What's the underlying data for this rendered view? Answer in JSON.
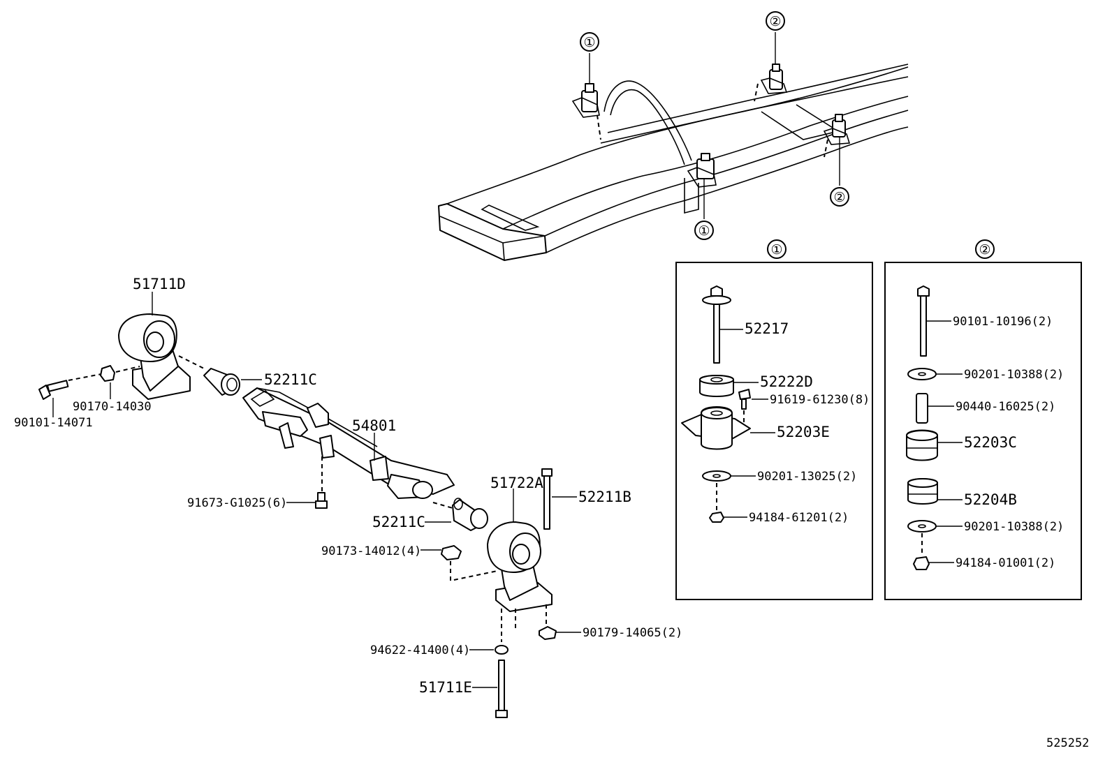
{
  "callouts": {
    "c1": "①",
    "c2": "②"
  },
  "main_labels": {
    "p51711D": "51711D",
    "p52211C_top": "52211C",
    "p90170": "90170-14030",
    "p90101_14071": "90101-14071",
    "p54801": "54801",
    "p91673": "91673-G1025(6)",
    "p51722A": "51722A",
    "p52211B": "52211B",
    "p52211C_bot": "52211C",
    "p90173": "90173-14012(4)",
    "p90179": "90179-14065(2)",
    "p94622": "94622-41400(4)",
    "p51711E": "51711E"
  },
  "detail_1": {
    "title": "①",
    "items": [
      "52217",
      "52222D",
      "91619-61230(8)",
      "52203E",
      "90201-13025(2)",
      "94184-61201(2)"
    ]
  },
  "detail_2": {
    "title": "②",
    "items": [
      "90101-10196(2)",
      "90201-10388(2)",
      "90440-16025(2)",
      "52203C",
      "52204B",
      "90201-10388(2)",
      "94184-01001(2)"
    ]
  },
  "figure_id": "525252"
}
